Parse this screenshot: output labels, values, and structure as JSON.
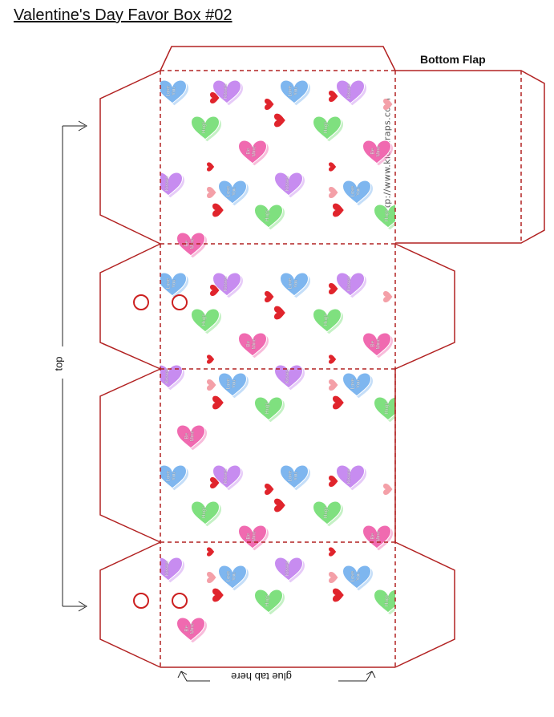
{
  "page": {
    "title": "Valentine's Day Favor Box #02"
  },
  "labels": {
    "bottom_flap": "Bottom Flap",
    "top": "top",
    "url": "http://www.kidscraps.com",
    "glue_tab": "glue tab here"
  },
  "candy_messages": {
    "love_you_line1": "Love",
    "love_you_line2": "You",
    "kisses": "Kisses",
    "hugs": "Hugs",
    "be_mine_line1": "Be",
    "be_mine_line2": "Mine"
  },
  "colors": {
    "cut_line": "#b22222",
    "fold_line": "#b22222",
    "heart_blue": "#7eb6ef",
    "heart_green": "#7fe07f",
    "heart_pink": "#f06ab0",
    "heart_purple": "#c78cf0",
    "heart_red": "#e0242c",
    "heart_light_red": "#f4a0a8"
  },
  "icons": {
    "arrow": "arrow-icon",
    "punch_hole": "punch-hole-icon",
    "candy_heart": "candy-heart-icon",
    "small_heart": "heart-icon"
  }
}
